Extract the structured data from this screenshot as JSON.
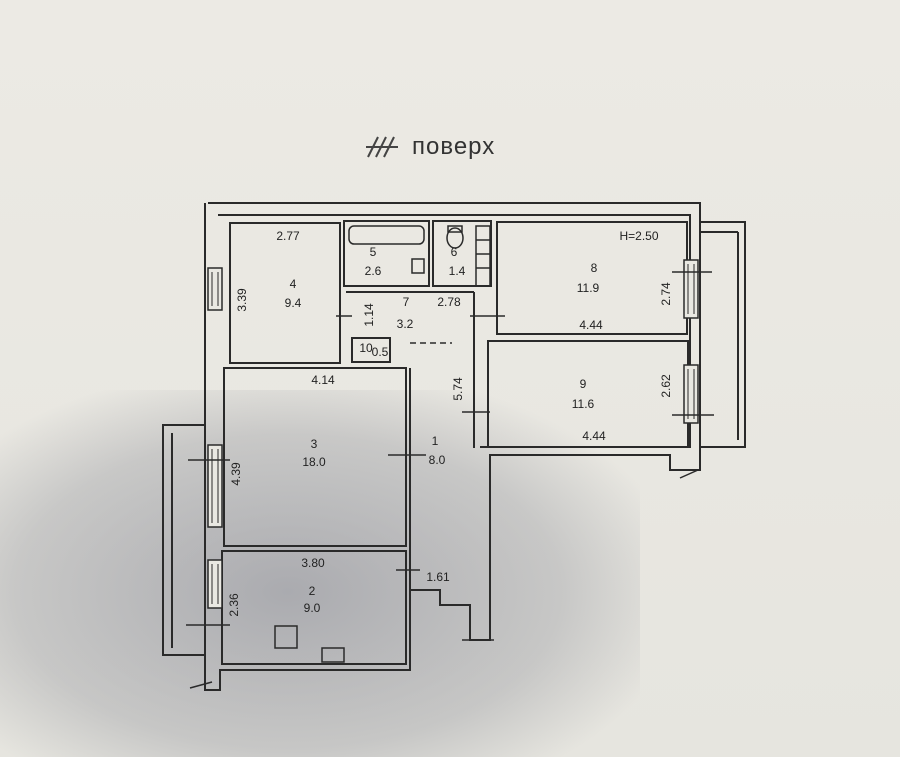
{
  "floor": {
    "roman": "III",
    "label": "поверх"
  },
  "height_note": "H=2.50",
  "rooms": [
    {
      "id": "1",
      "area": "8.0"
    },
    {
      "id": "2",
      "area": "9.0"
    },
    {
      "id": "3",
      "area": "18.0"
    },
    {
      "id": "4",
      "area": "9.4"
    },
    {
      "id": "5",
      "area": "2.6"
    },
    {
      "id": "6",
      "area": "1.4"
    },
    {
      "id": "7",
      "area": "3.2"
    },
    {
      "id": "8",
      "area": "11.9"
    },
    {
      "id": "9",
      "area": "11.6"
    },
    {
      "id": "10",
      "area": "0.5"
    }
  ],
  "dimensions": {
    "room4_top": "2.77",
    "room4_side": "3.39",
    "room3_top": "4.14",
    "room3_side": "4.39",
    "room2_top": "3.80",
    "room2_side": "2.36",
    "corridor_side": "5.74",
    "corridor_bottom": "1.61",
    "room7_width": "2.78",
    "room7_side": "1.14",
    "room8_bottom": "4.44",
    "room8_side": "2.74",
    "room9_bottom": "4.44",
    "room9_side": "2.62"
  },
  "colors": {
    "line": "#2a2a2a",
    "paper": "#e9e8e2"
  }
}
